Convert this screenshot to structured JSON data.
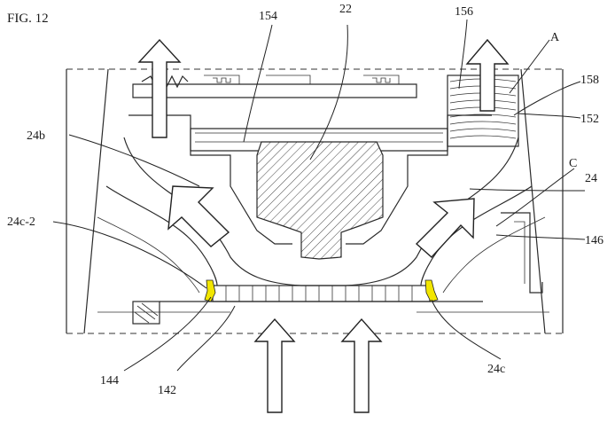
{
  "figure": {
    "label": "FIG. 12",
    "highlight_color": "#f2e600",
    "line_color": "#2a2a2a",
    "background": "#ffffff"
  },
  "reference_labels": {
    "r154": "154",
    "r22": "22",
    "r156": "156",
    "rA": "A",
    "r158": "158",
    "r152": "152",
    "r24b": "24b",
    "rC": "C",
    "r24": "24",
    "r24c2": "24c-2",
    "r146": "146",
    "r144": "144",
    "r142": "142",
    "r24c": "24c"
  },
  "icons": {
    "airflow_arrow": "outline-arrow-icon",
    "hatched_part": "hatched-section-icon",
    "highlight_mark": "yellow-highlight-icon"
  }
}
